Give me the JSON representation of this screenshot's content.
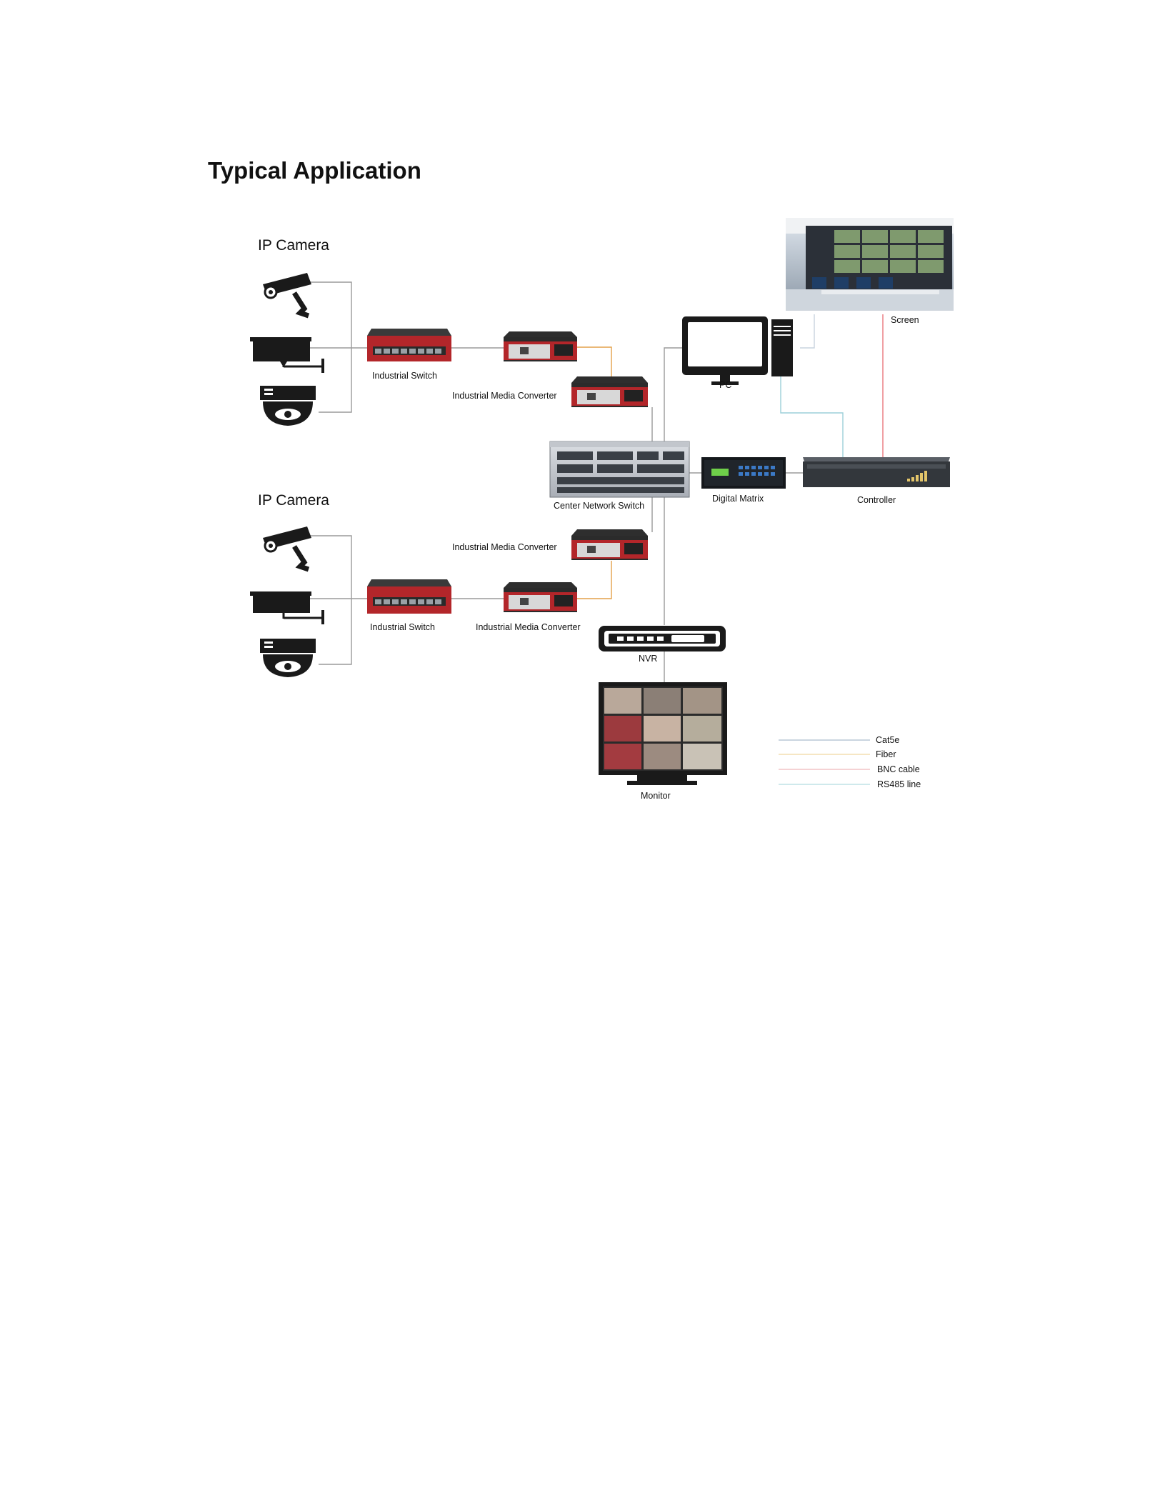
{
  "page": {
    "title": "Typical Application"
  },
  "labels": {
    "ip_camera_top": "IP Camera",
    "ip_camera_bottom": "IP Camera",
    "industrial_switch_top": "Industrial Switch",
    "industrial_switch_bottom": "Industrial Switch",
    "media_converter_top_right": "Industrial Media Converter",
    "media_converter_bottom_right": "Industrial Media Converter",
    "media_converter_bottom_left": "Industrial Media Converter",
    "center_switch": "Center Network Switch",
    "pc": "PC",
    "screen": "Screen",
    "digital_matrix": "Digital Matrix",
    "controller": "Controller",
    "nvr": "NVR",
    "monitor": "Monitor"
  },
  "legend": [
    {
      "label": "Cat5e",
      "color": "#b9c7d6"
    },
    {
      "label": "Fiber",
      "color": "#f4ddb0"
    },
    {
      "label": "BNC cable",
      "color": "#f2c4c6"
    },
    {
      "label": "RS485 line",
      "color": "#bfe2e6"
    }
  ],
  "colors": {
    "converter_red": "#b3262a",
    "device_dark": "#2b2b2b",
    "cat5e": "#9a9a9a",
    "fiber": "#e3a14a",
    "bnc": "#e9787e",
    "rs485": "#9ccfd8"
  }
}
